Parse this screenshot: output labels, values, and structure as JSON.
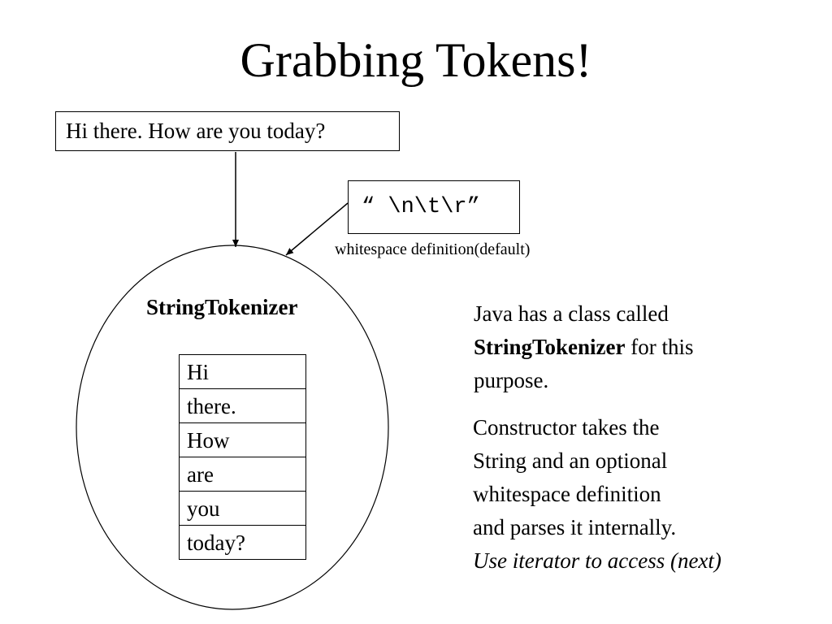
{
  "title": "Grabbing Tokens!",
  "input_string": "Hi there. How are you today?",
  "whitespace": {
    "value": "“ \\n\\t\\r”",
    "caption": "whitespace definition(default)"
  },
  "tokenizer": {
    "name": "StringTokenizer",
    "tokens": [
      "Hi",
      "there.",
      "How",
      "are",
      "you",
      "today?"
    ]
  },
  "description": {
    "line1": "Java has a class called",
    "line2_bold": "StringTokenizer",
    "line2_rest": " for this",
    "line3": "purpose."
  },
  "constructor_note": {
    "lines": [
      "Constructor takes the",
      "String and an optional",
      "whitespace definition",
      "and parses it internally."
    ],
    "italic_line": "Use iterator to access (next)"
  }
}
